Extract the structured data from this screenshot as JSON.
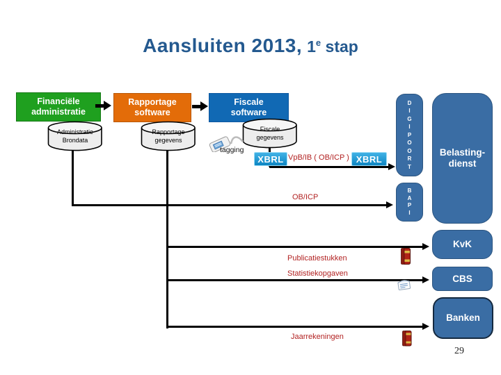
{
  "slide": {
    "title": {
      "main": "Aansluiten 2013,",
      "step_number": "1",
      "step_sup": "e",
      "step_rest": " stap"
    },
    "page_number": "29"
  },
  "colors": {
    "title_blue": "#24598F",
    "green_box": "#1FA01F",
    "orange_box": "#E36C09",
    "blue_box": "#1169B4",
    "steel_blue_box": "#3A6DA4",
    "xbrl_badge_blue": "#1796D2",
    "dark_red_label": "#B22222",
    "line_black": "#000000",
    "cylinder_gray": "#EDEDED"
  },
  "nodes": {
    "financiele_administratie": {
      "label": "Financiële\nadministratie"
    },
    "rapportage_software": {
      "label": "Rapportage\nsoftware"
    },
    "fiscale_software": {
      "label": "Fiscale\nsoftware"
    },
    "administratie_brondata": {
      "label": "Administratie\nBrondata"
    },
    "rapportage_gegevens": {
      "label": "Rapportage\ngegevens"
    },
    "fiscale_gegevens": {
      "label": "Fiscale\ngegevens"
    },
    "digipoort": {
      "label": "D\nI\nG\nI\nP\nO\nO\nR\nT"
    },
    "bapi": {
      "label": "B\nA\nP\nI"
    },
    "belastingdienst": {
      "label": "Belasting-\ndienst"
    },
    "kvk": {
      "label": "KvK"
    },
    "cbs": {
      "label": "CBS"
    },
    "banken": {
      "label": "Banken"
    }
  },
  "flow_labels": {
    "tagging": "tagging",
    "xbrl_badge_1": "XBRL",
    "xbrl_badge_2": "XBRL",
    "vpb_ib": "VpB/IB ( OB/ICP )",
    "ob_icp": "OB/ICP",
    "publicatiestukken": "Publicatiestukken",
    "statistiekopgaven": "Statistiekopgaven",
    "jaarrekeningen": "Jaarrekeningen"
  },
  "icons": {
    "tagging_device": "tag-labeler-with-cable",
    "kvk_document": "red-book",
    "cbs_document": "newspaper",
    "banken_document": "red-book"
  }
}
